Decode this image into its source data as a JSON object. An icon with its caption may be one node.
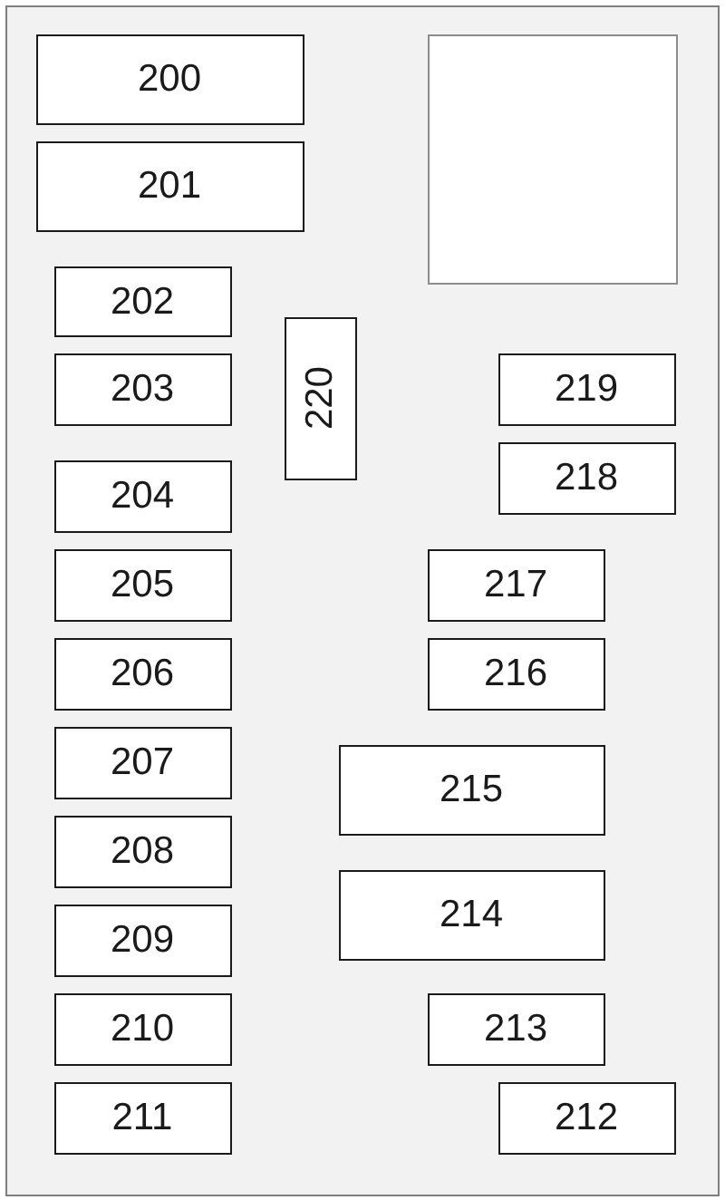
{
  "diagram": {
    "nodes": [
      {
        "text": [],
        "shape": "box"
      },
      {
        "text": [
          "200"
        ],
        "in": 0
      },
      {
        "text": [],
        "shape": "box",
        "in": 0
      },
      {
        "text": [
          "201"
        ],
        "in": 0
      },
      {
        "text": [
          "202"
        ],
        "in": 0
      },
      {
        "text": [
          "220"
        ],
        "in": 0
      },
      {
        "text": [
          "203"
        ],
        "in": 0
      },
      {
        "text": [
          "219"
        ],
        "in": 0
      },
      {
        "text": [
          "204"
        ],
        "in": 0
      },
      {
        "text": [
          "218"
        ],
        "in": 0
      },
      {
        "text": [
          "205"
        ],
        "in": 0
      },
      {
        "text": [
          "217"
        ],
        "in": 0
      },
      {
        "text": [
          "206"
        ],
        "in": 0
      },
      {
        "text": [
          "216"
        ],
        "in": 0
      },
      {
        "text": [
          "207"
        ],
        "in": 0
      },
      {
        "text": [
          "215"
        ],
        "in": 0
      },
      {
        "text": [
          "208"
        ],
        "in": 0
      },
      {
        "text": [
          "214"
        ],
        "in": 0
      },
      {
        "text": [
          "209"
        ],
        "in": 0
      },
      {
        "text": [
          "210"
        ],
        "in": 0
      },
      {
        "text": [
          "213"
        ],
        "in": 0
      },
      {
        "text": [
          "211"
        ],
        "in": 0
      },
      {
        "text": [
          "212"
        ],
        "in": 0
      }
    ],
    "edges": []
  }
}
